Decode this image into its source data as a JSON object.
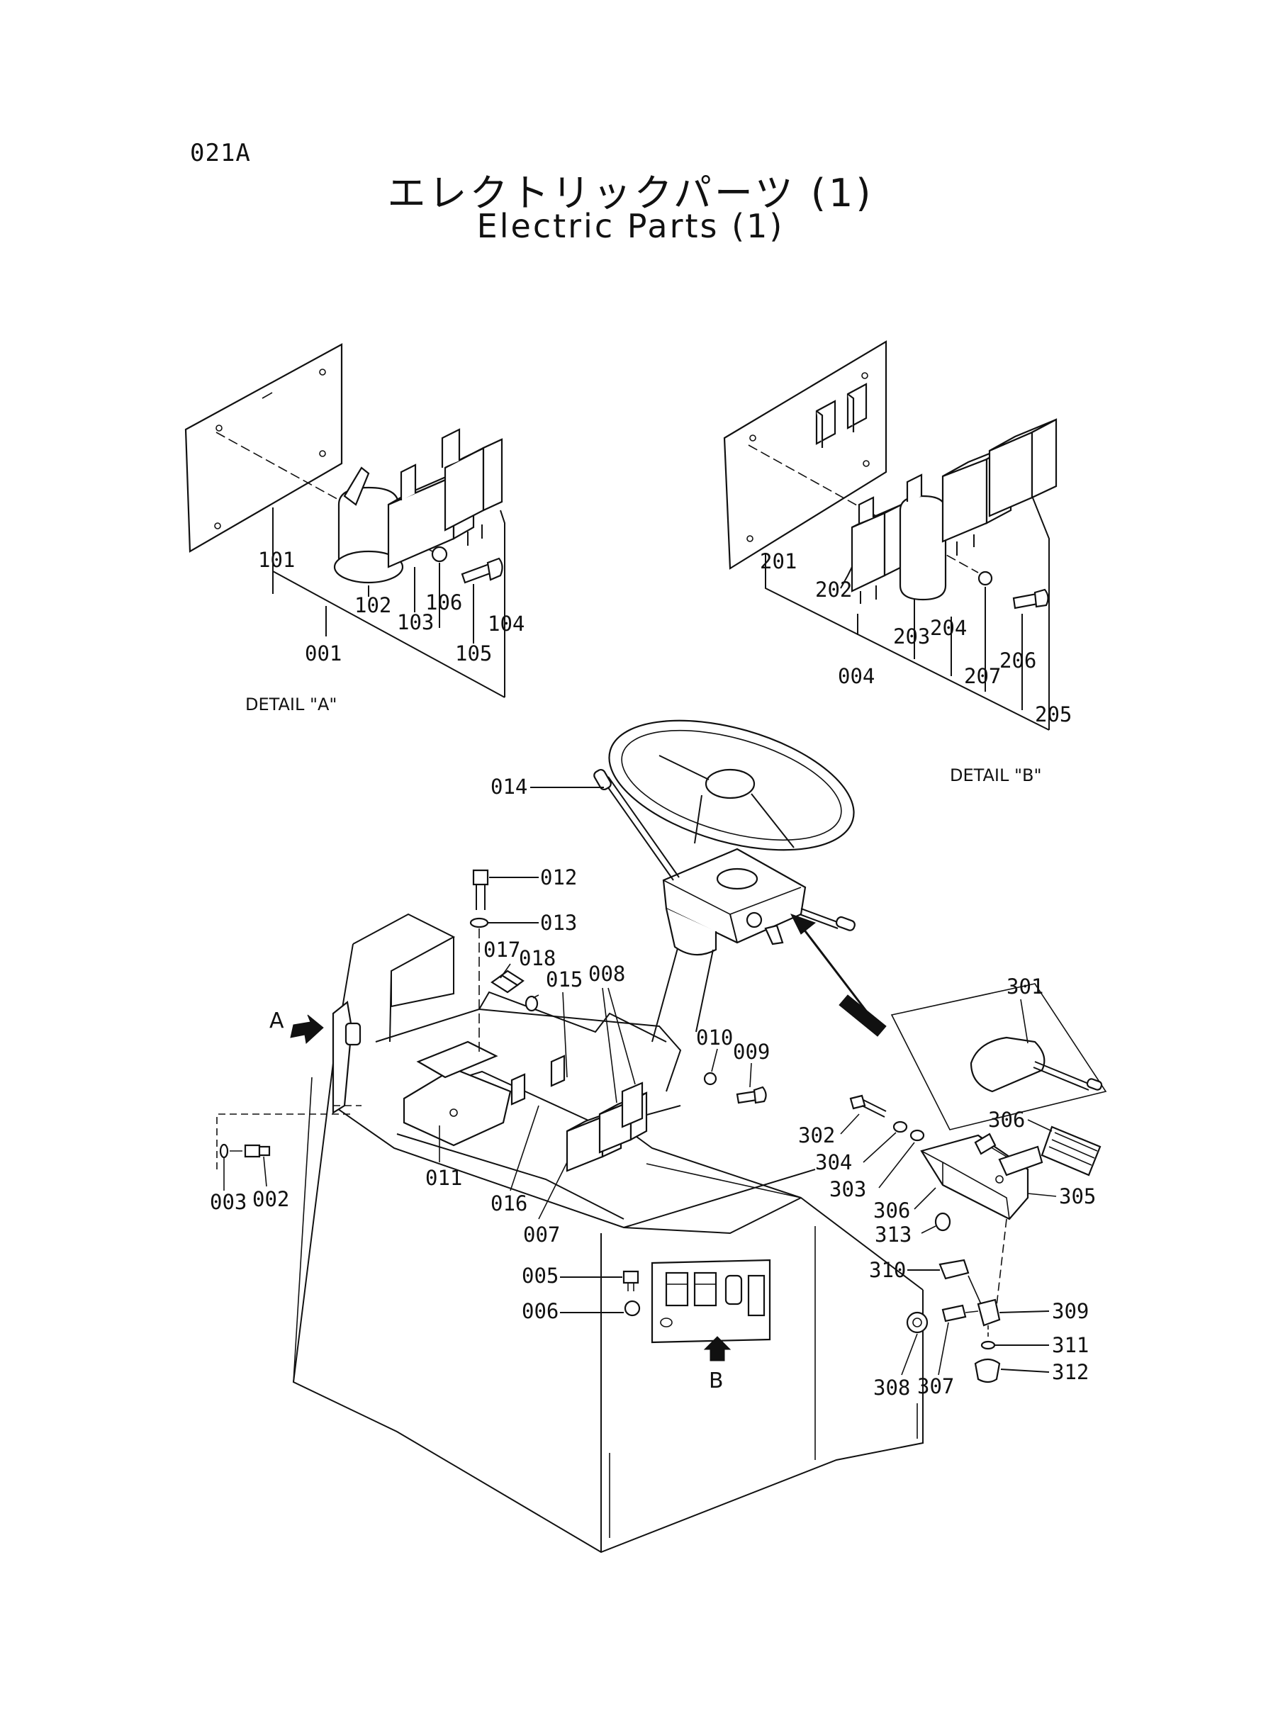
{
  "header": {
    "page_code": "021A",
    "title_jp": "エレクトリックパーツ (1)",
    "title_en": "Electric Parts (1)"
  },
  "details": {
    "a_caption": "DETAIL \"A\"",
    "b_caption": "DETAIL \"B\""
  },
  "view_markers": {
    "a": "A",
    "b": "B"
  },
  "callouts": {
    "p001": "001",
    "p002": "002",
    "p003": "003",
    "p004": "004",
    "p005": "005",
    "p006": "006",
    "p007": "007",
    "p008": "008",
    "p009": "009",
    "p010": "010",
    "p011": "011",
    "p012": "012",
    "p013": "013",
    "p014": "014",
    "p015": "015",
    "p016": "016",
    "p017": "017",
    "p018": "018",
    "p101": "101",
    "p102": "102",
    "p103": "103",
    "p104": "104",
    "p105": "105",
    "p106": "106",
    "p201": "201",
    "p202": "202",
    "p203": "203",
    "p204": "204",
    "p205": "205",
    "p206": "206",
    "p207": "207",
    "p301": "301",
    "p302": "302",
    "p303": "303",
    "p304": "304",
    "p305": "305",
    "p306a": "306",
    "p306b": "306",
    "p307": "307",
    "p308": "308",
    "p309": "309",
    "p310": "310",
    "p311": "311",
    "p312": "312",
    "p313": "313"
  }
}
